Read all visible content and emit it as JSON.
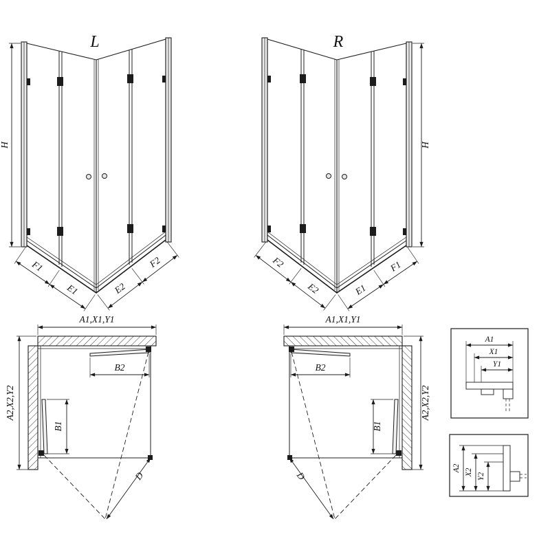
{
  "diagram": {
    "background": "#ffffff",
    "line_color": "#1c1c1c"
  },
  "views_3d": {
    "left": {
      "label": "L",
      "height_label": "H",
      "bottom_left_edge": [
        "F1",
        "E1"
      ],
      "bottom_right_edge": [
        "E2",
        "F2"
      ]
    },
    "right": {
      "label": "R",
      "height_label": "H",
      "bottom_left_edge": [
        "F2",
        "E2"
      ],
      "bottom_right_edge": [
        "E1",
        "F1"
      ]
    }
  },
  "plan_views": {
    "left": {
      "top_width_label": "A1,X1,Y1",
      "side_depth_label": "A2,X2,Y2",
      "door_width_label": "B2",
      "door_depth_label": "B1",
      "diagonal_label": "D"
    },
    "right": {
      "top_width_label": "A1,X1,Y1",
      "side_depth_label": "A2,X2,Y2",
      "door_width_label": "B2",
      "door_depth_label": "B1",
      "diagonal_label": "D"
    }
  },
  "detail_insets": {
    "top": {
      "dim_labels": [
        "A1",
        "X1",
        "Y1"
      ]
    },
    "bottom": {
      "dim_labels": [
        "A2",
        "X2",
        "Y2"
      ]
    }
  }
}
